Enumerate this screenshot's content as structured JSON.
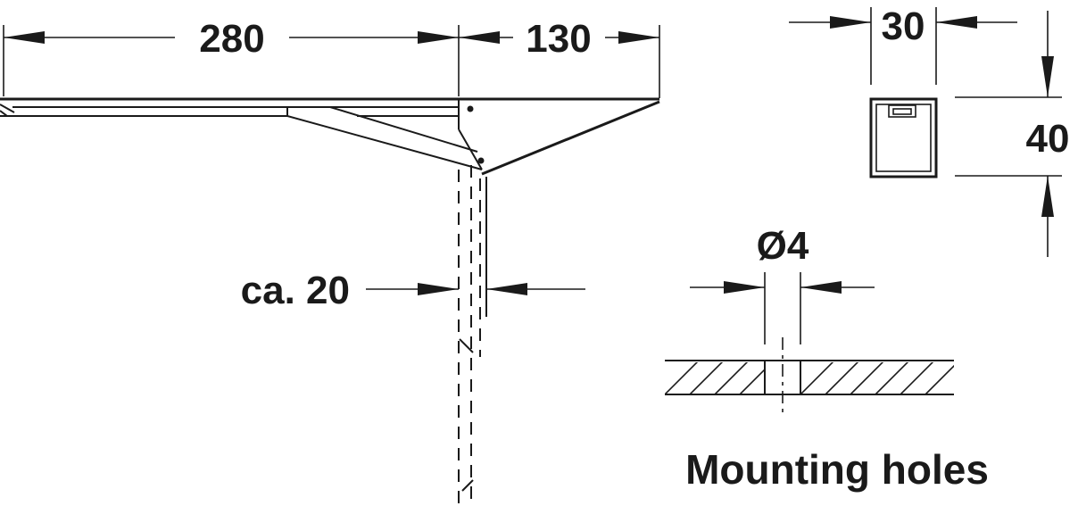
{
  "dimensions": {
    "depth_arm": "280",
    "depth_tip": "130",
    "profile_width": "30",
    "profile_height": "40",
    "gap": "ca. 20",
    "hole_diameter": "Ø4"
  },
  "caption": "Mounting holes"
}
